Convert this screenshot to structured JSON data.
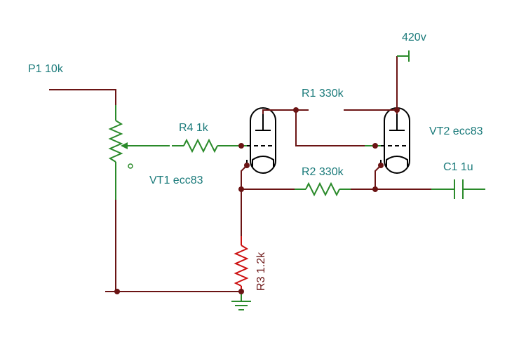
{
  "colors": {
    "wire": "#6b1414",
    "component": "#2a8a2a",
    "label": "#1a7a7a",
    "highlight": "#cc1111",
    "body": "#000000"
  },
  "labels": {
    "p1": "P1 10k",
    "r4": "R4 1k",
    "vt1": "VT1 ecc83",
    "r1": "R1 330k",
    "r2": "R2 330k",
    "vt2": "VT2 ecc83",
    "c1": "C1 1u",
    "r3": "R3 1.2k",
    "supply": "420v"
  }
}
